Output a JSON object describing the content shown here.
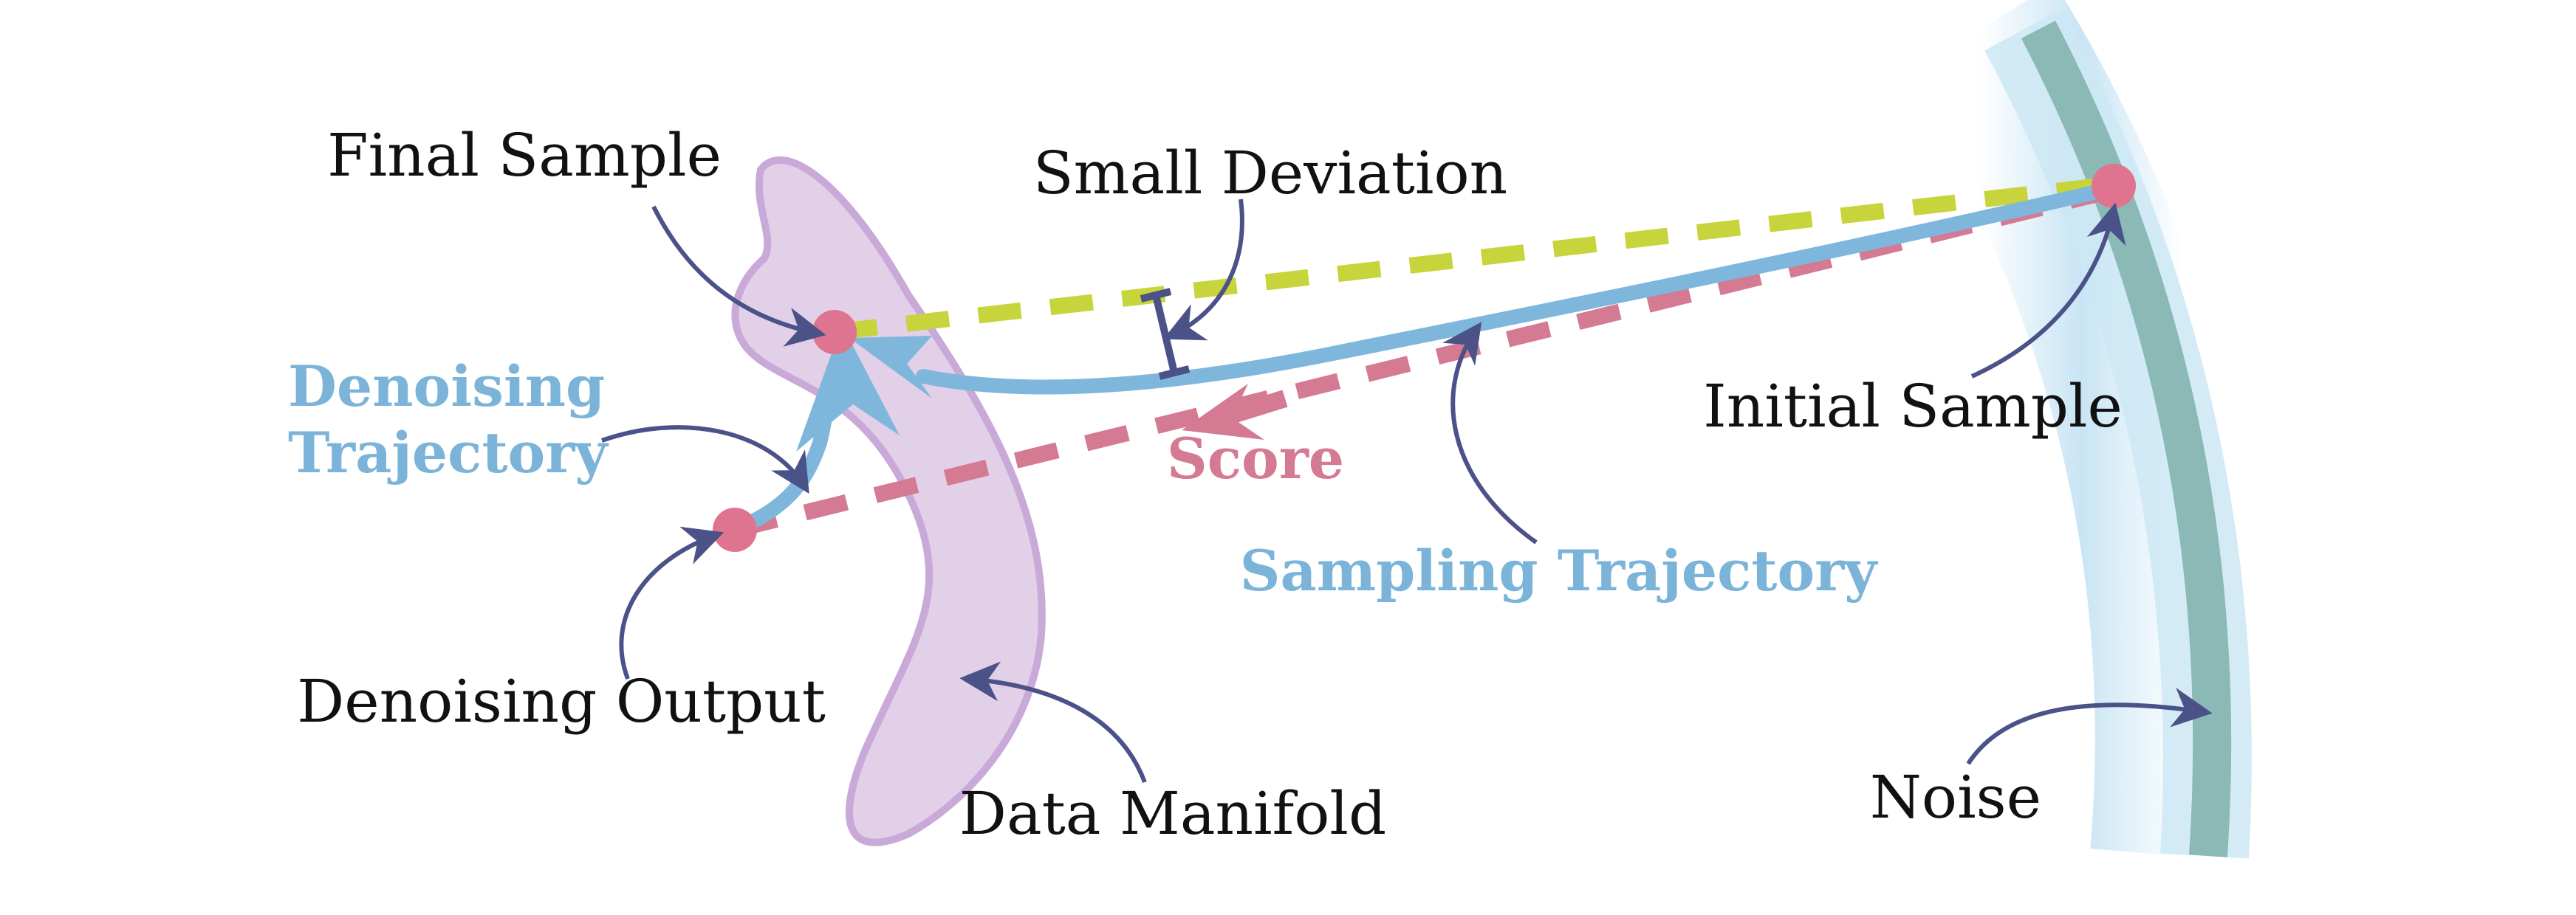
{
  "labels": {
    "final_sample": "Final Sample",
    "small_deviation": "Small Deviation",
    "initial_sample": "Initial Sample",
    "denoising_trajectory_line1": "Denoising",
    "denoising_trajectory_line2": "Trajectory",
    "score": "Score",
    "sampling_trajectory": "Sampling Trajectory",
    "denoising_output": "Denoising Output",
    "data_manifold": "Data Manifold",
    "noise": "Noise"
  },
  "colors": {
    "manifold_fill": "#e2cfe8",
    "manifold_stroke": "#c9a9d8",
    "noise_band": "#8ab9b6",
    "noise_glow": "#bfe0f3",
    "trajectory_blue": "#7fb7dc",
    "score_pink": "#d47a93",
    "dot_pink": "#de7490",
    "yellow_dash": "#c7d43b",
    "annotation_arrow": "#4a5288",
    "label_blue": "#7bb4d8",
    "label_pink": "#d47a93",
    "text_black": "#111111"
  }
}
